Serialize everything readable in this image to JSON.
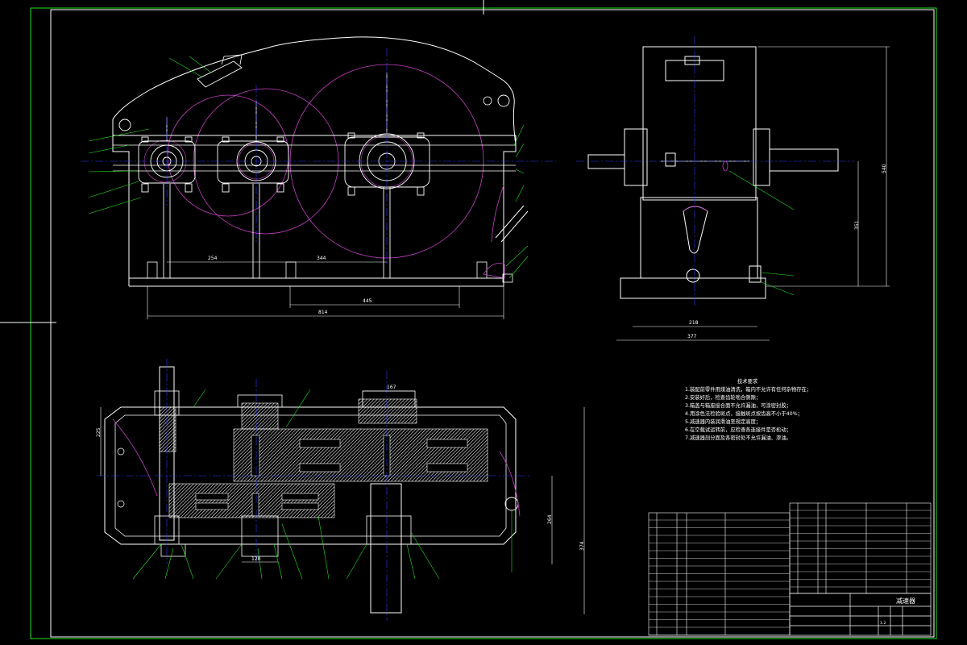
{
  "drawing": {
    "title_block": {
      "name": "减速器",
      "scale": "1:2"
    },
    "technical_requirements": {
      "heading": "技术要求",
      "items": [
        "1.装配前零件用煤油清洗，箱内不允许有任何杂物存在；",
        "2.安装好后，检查齿轮啮合侧隙；",
        "3.箱盖与箱座接合面不允许漏油，可涂密封胶；",
        "4.用涂色法检验斑点，接触斑点按齿高不小于40%；",
        "5.减速器内装润滑油至规定高度；",
        "6.在空载试运转前，应检查各连接件是否松动；",
        "7.减速器剖分面及各密封处不允许漏油、渗油。"
      ]
    },
    "dimensions": {
      "front_center_1": "254",
      "front_center_2": "344",
      "front_span_1": "445",
      "front_span_2": "814",
      "side_height_1": "540",
      "side_height_2": "351",
      "side_width_1": "218",
      "side_width_2": "377",
      "plan_width": "374",
      "plan_a": "225",
      "plan_b": "264",
      "plan_c": "167",
      "plan_d": "128"
    },
    "colors": {
      "line": "#ffffff",
      "gear": "#c640c6",
      "center": "#2d3bff",
      "leader": "#20e020",
      "hatch": "#ffffff"
    }
  }
}
